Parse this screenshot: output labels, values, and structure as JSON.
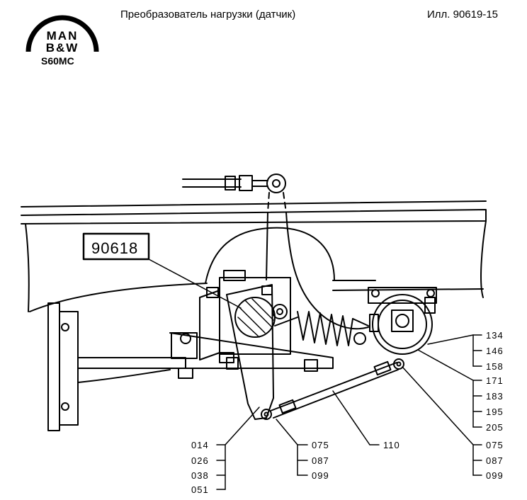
{
  "header": {
    "title": "Преобразователь нагрузки (датчик)",
    "illustration": "Илл. 90619-15"
  },
  "logo": {
    "line1": "MAN",
    "line2": "B&W",
    "model": "S60MC"
  },
  "diagram": {
    "reference": "90618",
    "labels": {
      "l014": "014",
      "l026": "026",
      "l038": "038",
      "l051": "051",
      "la075": "075",
      "la087": "087",
      "la099": "099",
      "l110": "110",
      "lb075": "075",
      "lb087": "087",
      "lb099": "099",
      "l134": "134",
      "l146": "146",
      "l158": "158",
      "l171": "171",
      "l183": "183",
      "l195": "195",
      "l205": "205"
    }
  }
}
